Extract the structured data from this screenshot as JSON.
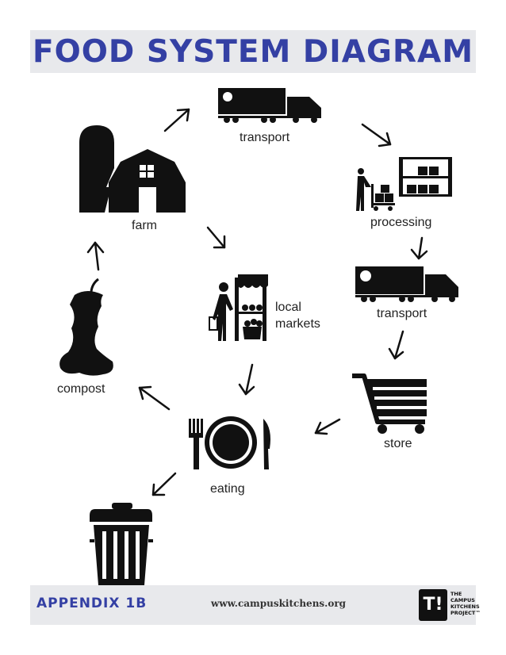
{
  "header": {
    "title": "FOOD SYSTEM DIAGRAM"
  },
  "nodes": {
    "transport_top": "transport",
    "farm": "farm",
    "processing": "processing",
    "transport_right": "transport",
    "local_markets_line1": "local",
    "local_markets_line2": "markets",
    "compost": "compost",
    "store": "store",
    "eating": "eating"
  },
  "footer": {
    "appendix": "APPENDIX 1B",
    "website": "www.campuskitchens.org",
    "logo_mark": "T!",
    "logo_line1": "THE",
    "logo_line2": "CAMPUS",
    "logo_line3": "KITCHENS",
    "logo_line4": "PROJECT™"
  },
  "colors": {
    "title": "#3440a4",
    "band": "#e8e9ec",
    "icon": "#111111"
  },
  "icons": [
    "truck-icon",
    "silo-barn-icon",
    "warehouse-worker-icon",
    "market-stall-icon",
    "apple-core-icon",
    "shopping-cart-icon",
    "plate-fork-knife-icon",
    "trash-can-icon"
  ]
}
